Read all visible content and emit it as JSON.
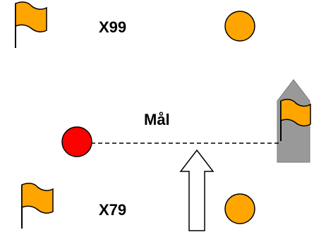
{
  "labels": {
    "top_marker": "X99",
    "bottom_marker": "X79",
    "goal": "Mål"
  },
  "icons": {
    "flag": "flag-icon",
    "circle": "circle-marker",
    "arrow": "up-arrow-icon"
  },
  "colors": {
    "flag_fill": "#FFA500",
    "marker_orange": "#FFA500",
    "marker_red": "#FF0000",
    "shape_gray": "#999999",
    "line": "#000000",
    "background": "#FFFFFF"
  }
}
